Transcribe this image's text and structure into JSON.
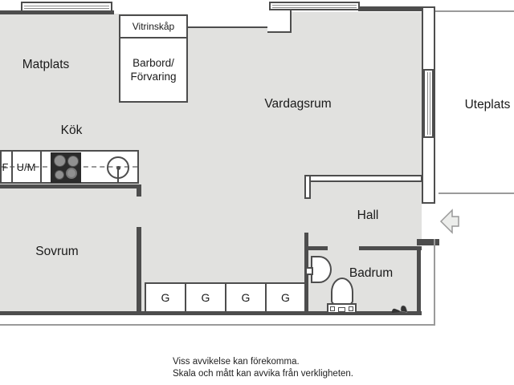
{
  "title": "Floor plan",
  "colors": {
    "floor": "#e1e1df",
    "wall": "#4d4d4d",
    "outline": "#9a9a9a",
    "appliance": "#2b2b2b"
  },
  "rooms": {
    "matplats": "Matplats",
    "kok": "Kök",
    "vardagsrum": "Vardagsrum",
    "uteplats": "Uteplats",
    "sovrum": "Sovrum",
    "hall": "Hall",
    "badrum": "Badrum"
  },
  "furniture": {
    "vitrinskap": "Vitrinskåp",
    "barbord_line1": "Barbord/",
    "barbord_line2": "Förvaring"
  },
  "kitchen": {
    "fridge_label": "F",
    "um_label": "U/M"
  },
  "closets": [
    "G",
    "G",
    "G",
    "G"
  ],
  "icons": {
    "stove": "stove-icon",
    "sink": "sink-icon",
    "washbasin": "washbasin-icon",
    "toilet": "toilet-icon",
    "entrance_arrow": "entrance-arrow-icon",
    "shoes": "shoes-icon"
  },
  "disclaimer": {
    "line1": "Viss avvikelse kan förekomma.",
    "line2": "Skala och mått kan avvika från verkligheten."
  }
}
